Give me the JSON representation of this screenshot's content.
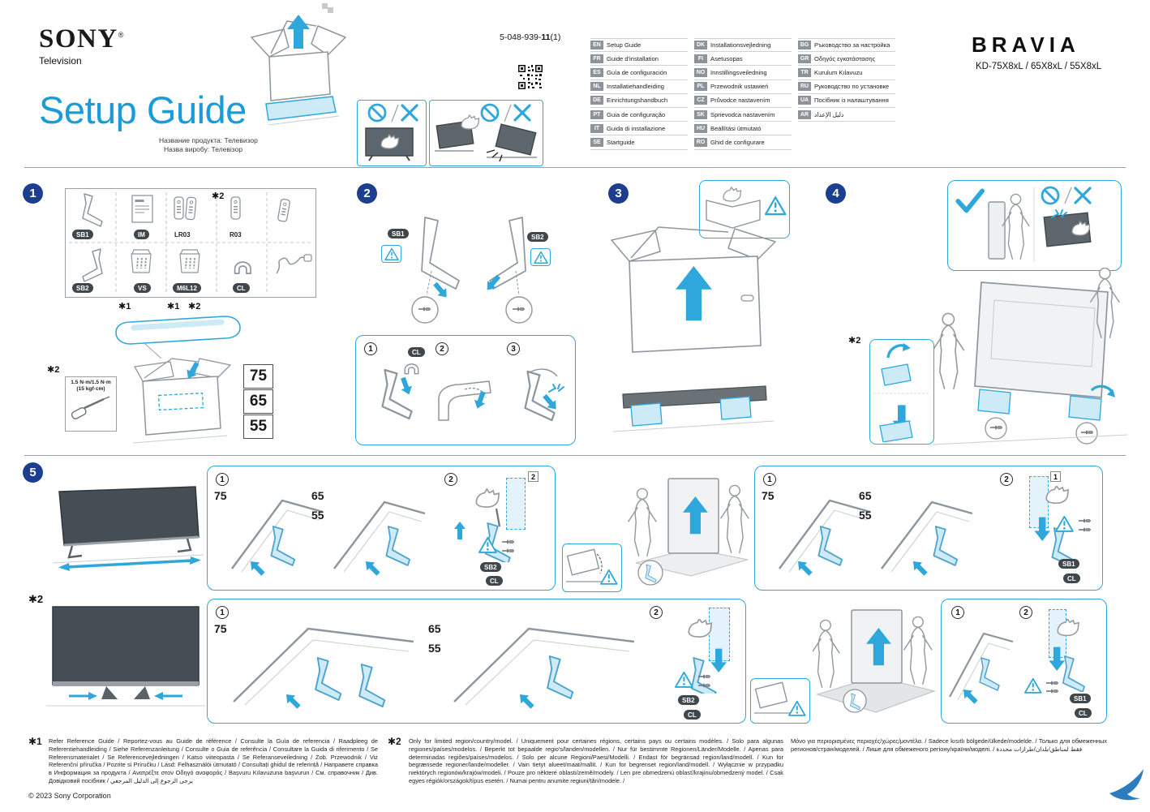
{
  "meta": {
    "copyright": "© 2023 Sony Corporation"
  },
  "header": {
    "brand": "SONY",
    "reg_mark": "®",
    "product_type": "Television",
    "title": "Setup Guide",
    "subtitle_line1": "Название продукта: Телевизор",
    "subtitle_line2": "Назва виробу: Телевізор",
    "part_number_prefix": "5-048-939-",
    "part_number_bold": "11",
    "part_number_suffix": "(1)",
    "series": "BRAVIA",
    "models": "KD-75X8xL / 65X8xL / 55X8xL"
  },
  "languages": {
    "col1": [
      {
        "code": "EN",
        "label": "Setup Guide"
      },
      {
        "code": "FR",
        "label": "Guide d'installation"
      },
      {
        "code": "ES",
        "label": "Guía de configuración"
      },
      {
        "code": "NL",
        "label": "Installatiehandleiding"
      },
      {
        "code": "DE",
        "label": "Einrichtungshandbuch"
      },
      {
        "code": "PT",
        "label": "Guia de configuração"
      },
      {
        "code": "IT",
        "label": "Guida di installazione"
      },
      {
        "code": "SE",
        "label": "Startguide"
      }
    ],
    "col2": [
      {
        "code": "DK",
        "label": "Installationsvejledning"
      },
      {
        "code": "FI",
        "label": "Asetusopas"
      },
      {
        "code": "NO",
        "label": "Innstillingsveiledning"
      },
      {
        "code": "PL",
        "label": "Przewodnik ustawień"
      },
      {
        "code": "CZ",
        "label": "Průvodce nastavením"
      },
      {
        "code": "SK",
        "label": "Sprievodca nastavením"
      },
      {
        "code": "HU",
        "label": "Beállítási útmutató"
      },
      {
        "code": "RO",
        "label": "Ghid de configurare"
      }
    ],
    "col3": [
      {
        "code": "BG",
        "label": "Ръководство за настройка"
      },
      {
        "code": "GR",
        "label": "Οδηγός εγκατάστασης"
      },
      {
        "code": "TR",
        "label": "Kurulum Kılavuzu"
      },
      {
        "code": "RU",
        "label": "Руководство по установке"
      },
      {
        "code": "UA",
        "label": "Посібник із налаштування"
      },
      {
        "code": "AR",
        "label": "دليل الإعداد"
      }
    ]
  },
  "step_numbers": {
    "s1": "1",
    "s2": "2",
    "s3": "3",
    "s4": "4",
    "s5": "5"
  },
  "substeps": {
    "n1": "1",
    "n2": "2",
    "n3": "3"
  },
  "stars": {
    "star1": "✱1",
    "star2": "✱2"
  },
  "labels": {
    "sb1": "SB1",
    "sb2": "SB2",
    "im": "IM",
    "vs": "VS",
    "m6l12": "M6L12",
    "cl": "CL",
    "lr03": "LR03",
    "r03": "R03"
  },
  "sizes": {
    "s75": "75",
    "s65": "65",
    "s55": "55"
  },
  "step1": {
    "torque_line1": "1.5 N·m/1.5 N·m",
    "torque_line2": "(15 kgf·cm)"
  },
  "footnotes": {
    "star1_label": "✱1",
    "star1_text": "Refer Reference Guide / Reportez-vous au Guide de référence / Consulte la Guía de referencia / Raadpleeg de Referentiehandleiding / Siehe Referenzanleitung / Consulte o Guia de referência / Consultare la Guida di riferimento / Se Referensmaterialet / Se Referencevejledningen / Katso viiteopasta / Se Referanseveiledning / Zob. Przewodnik / Viz Referenční příručka / Pozrite si Príručku / Lásd: Felhasználói útmutató / Consultați ghidul de referință / Направете справка в Информация за продукта / Ανατρέξτε στον Οδηγό αναφοράς / Başvuru Kılavuzuna başvurun / См. справочник / Див. Довідковий посібник / يرجى الرجوع إلى الدليل المرجعي",
    "star2_label": "✱2",
    "star2_text": "Only for limited region/country/model. / Uniquement pour certaines régions, certains pays ou certains modèles. / Solo para algunas regiones/países/modelos. / Beperkt tot bepaalde regio's/landen/modellen. / Nur für bestimmte Regionen/Länder/Modelle. / Apenas para determinadas regiões/países/modelos. / Solo per alcune Regioni/Paesi/Modelli. / Endast för begränsad region/land/modell. / Kun for begrænsede regioner/lande/modeller. / Vain tietyt alueet/maat/mallit. / Kun for begrenset region/land/modell. / Wyłącznie w przypadku niektórych regionów/krajów/modeli. / Pouze pro některé oblasti/země/modely. / Len pre obmedzenú oblasť/krajinu/obmedzený model. / Csak egyes régiók/országok/típus esetén. / Numai pentru anumite regiuni/țări/modele. /",
    "col3_text": "Μόνο για περιορισμένες περιοχές/χώρες/μοντέλα. / Sadece kısıtlı bölgede/ülkede/modelde. / Только для обмеженных регионов/стран/моделей. / Лише для обмеженого регіону/країни/моделі. / فقط لمناطق/بلدان/طرازات محددة"
  }
}
